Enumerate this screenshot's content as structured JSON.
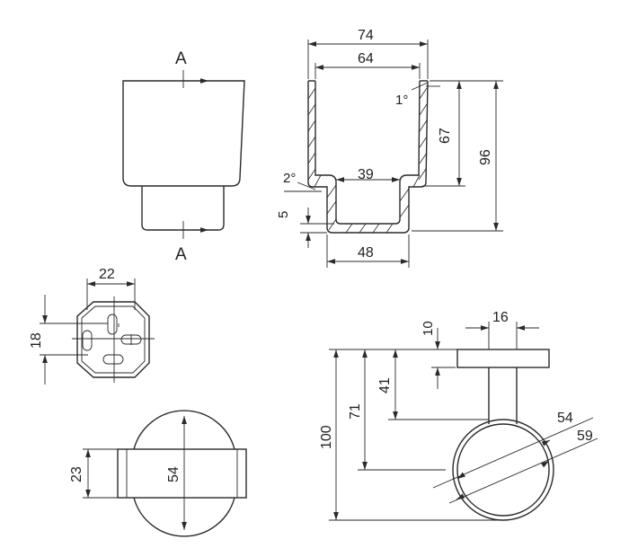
{
  "section_marks": {
    "top": "A",
    "bottom": "A"
  },
  "section_view": {
    "outer_width": "74",
    "inner_width": "64",
    "draft_angle_top": "1°",
    "draft_angle_step": "2°",
    "cup_depth": "67",
    "total_height": "96",
    "step_width": "39",
    "bottom_thickness": "5",
    "base_width": "48"
  },
  "bottom_view": {
    "slot_spacing": "22",
    "height": "18"
  },
  "side_view": {
    "band_height": "23",
    "diameter": "54"
  },
  "holder_view": {
    "plate_thickness": "10",
    "plate_width": "16",
    "arm_length": "41",
    "ring_center_height": "71",
    "overall_height": "100",
    "ring_inner_diameter": "54",
    "ring_outer_diameter": "59"
  },
  "colors": {
    "line": "#2a2a2a",
    "background": "#ffffff"
  }
}
